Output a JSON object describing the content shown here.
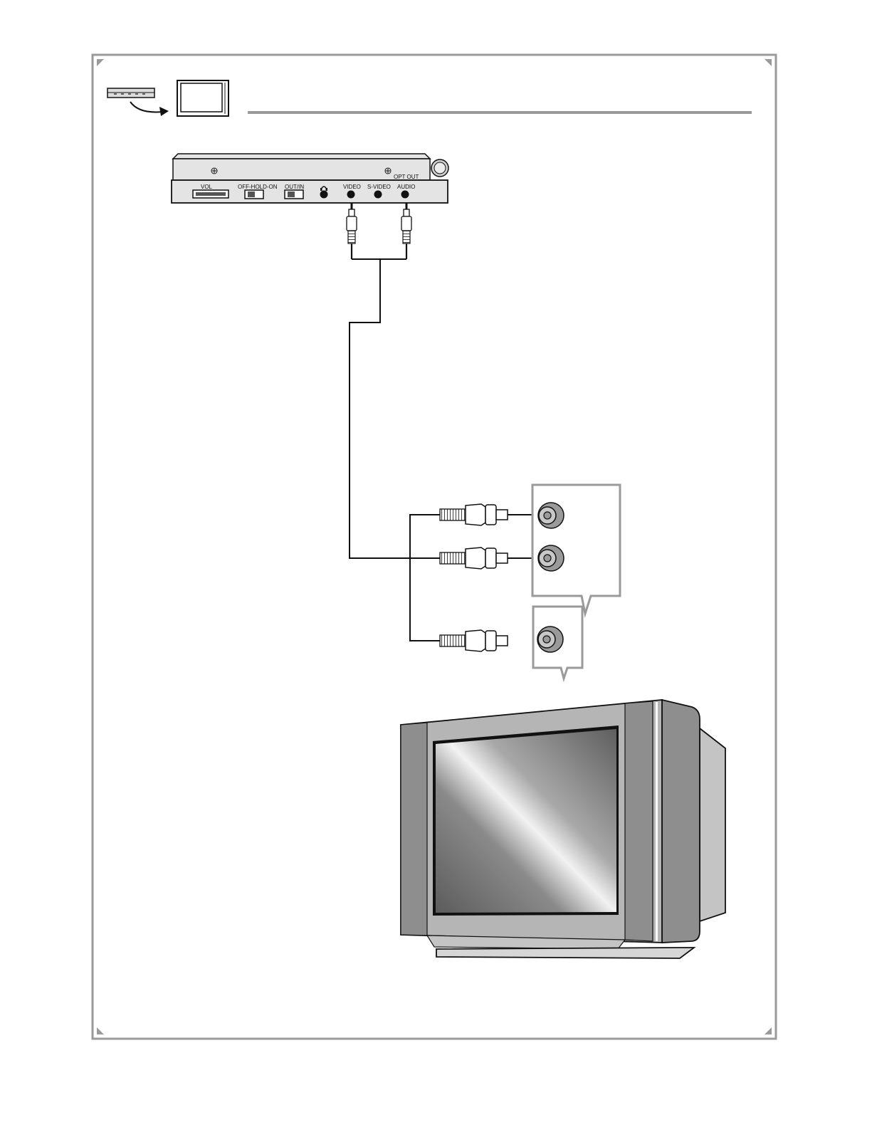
{
  "player_panel": {
    "opt_out_label": "OPT OUT",
    "vol_label": "VOL",
    "power_switch_label": "OFF-HOLD-ON",
    "out_in_label": "OUT/IN",
    "video_label": "VIDEO",
    "svideo_label": "S-VIDEO",
    "audio_label": "AUDIO"
  },
  "colors": {
    "frame": "#9a9a9a",
    "line": "#111111",
    "panel_fill": "#e4e4e4",
    "tv_body": "#b5b5b5",
    "tv_side_dark": "#8e8e8e",
    "jack_ring": "#9a9a9a",
    "jack_center": "#c8c8c8"
  },
  "icons": {
    "header": "player-to-tv-icon",
    "headphone": "headphone-icon"
  }
}
